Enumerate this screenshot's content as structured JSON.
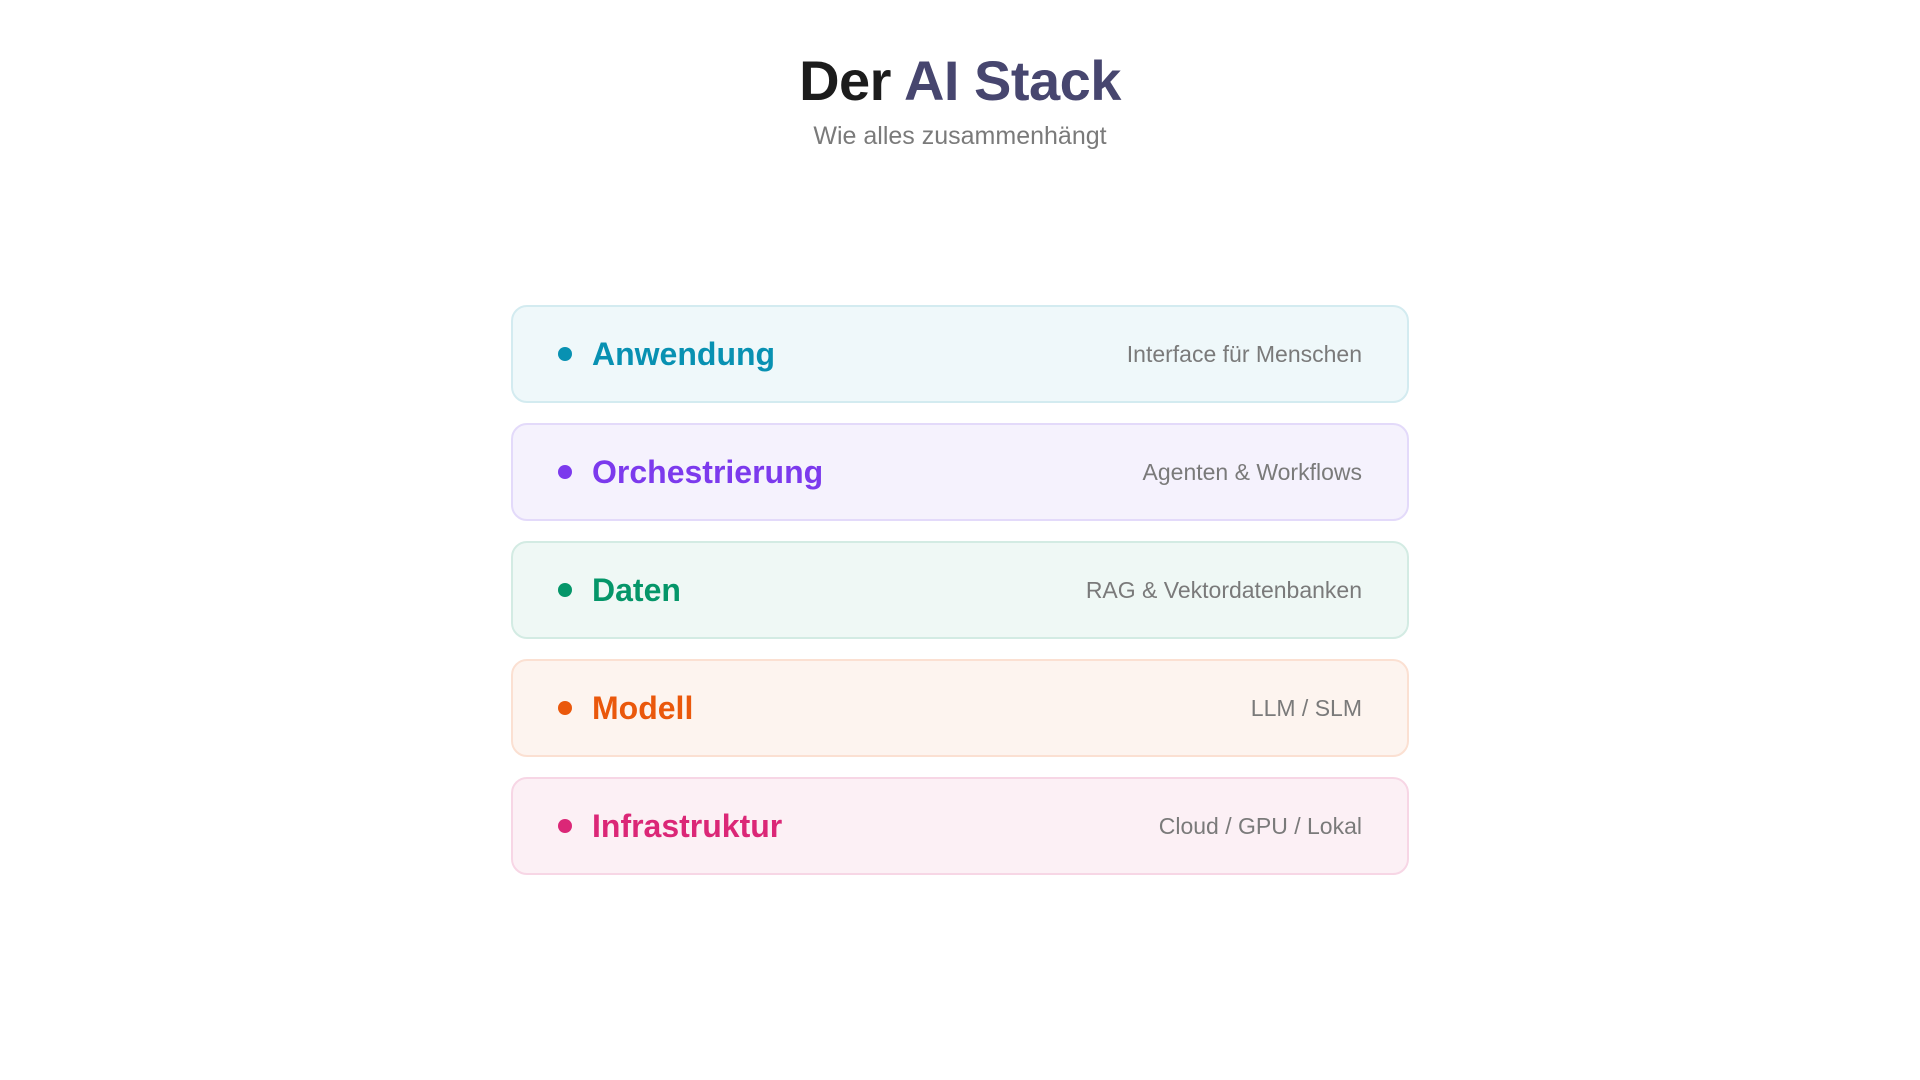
{
  "header": {
    "title_part1": "Der",
    "title_part2": "AI Stack",
    "subtitle": "Wie alles zusammenhängt"
  },
  "layers": [
    {
      "label": "Anwendung",
      "desc": "Interface für Menschen",
      "color": "#0891b2",
      "bg": "#eff8fa",
      "border": "#d3ebf0"
    },
    {
      "label": "Orchestrierung",
      "desc": "Agenten & Workflows",
      "color": "#7c3aed",
      "bg": "#f5f2fd",
      "border": "#e3dafa"
    },
    {
      "label": "Daten",
      "desc": "RAG & Vektordatenbanken",
      "color": "#059669",
      "bg": "#eff8f5",
      "border": "#d3ebe3"
    },
    {
      "label": "Modell",
      "desc": "LLM / SLM",
      "color": "#ea580c",
      "bg": "#fdf4ef",
      "border": "#fbe0d2"
    },
    {
      "label": "Infrastruktur",
      "desc": "Cloud / GPU / Lokal",
      "color": "#db2777",
      "bg": "#fcf0f5",
      "border": "#f7d6e5"
    }
  ]
}
